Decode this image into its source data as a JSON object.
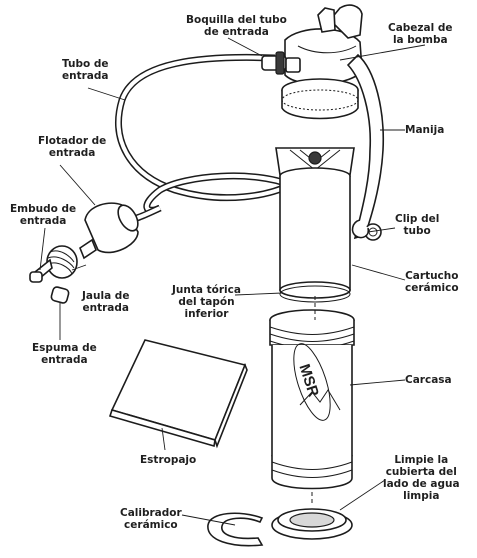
{
  "labels": {
    "boquilla": [
      "Boquilla del tubo",
      "de entrada"
    ],
    "cabezal": [
      "Cabezal de",
      "la bomba"
    ],
    "tubo_entrada": [
      "Tubo de",
      "entrada"
    ],
    "manija": [
      "Manija"
    ],
    "flotador": [
      "Flotador de",
      "entrada"
    ],
    "embudo": [
      "Embudo de",
      "entrada"
    ],
    "clip": [
      "Clip del",
      "tubo"
    ],
    "jaula": [
      "Jaula de",
      "entrada"
    ],
    "junta": [
      "Junta tórica",
      "del tapón",
      "inferior"
    ],
    "cartucho": [
      "Cartucho",
      "cerámico"
    ],
    "espuma": [
      "Espuma de",
      "entrada"
    ],
    "carcasa": [
      "Carcasa"
    ],
    "estropajo": [
      "Estropajo"
    ],
    "limpie": [
      "Limpie la",
      "cubierta del",
      "lado de agua",
      "limpia"
    ],
    "calibrador": [
      "Calibrador",
      "cerámico"
    ]
  },
  "logo_text": "MSR"
}
